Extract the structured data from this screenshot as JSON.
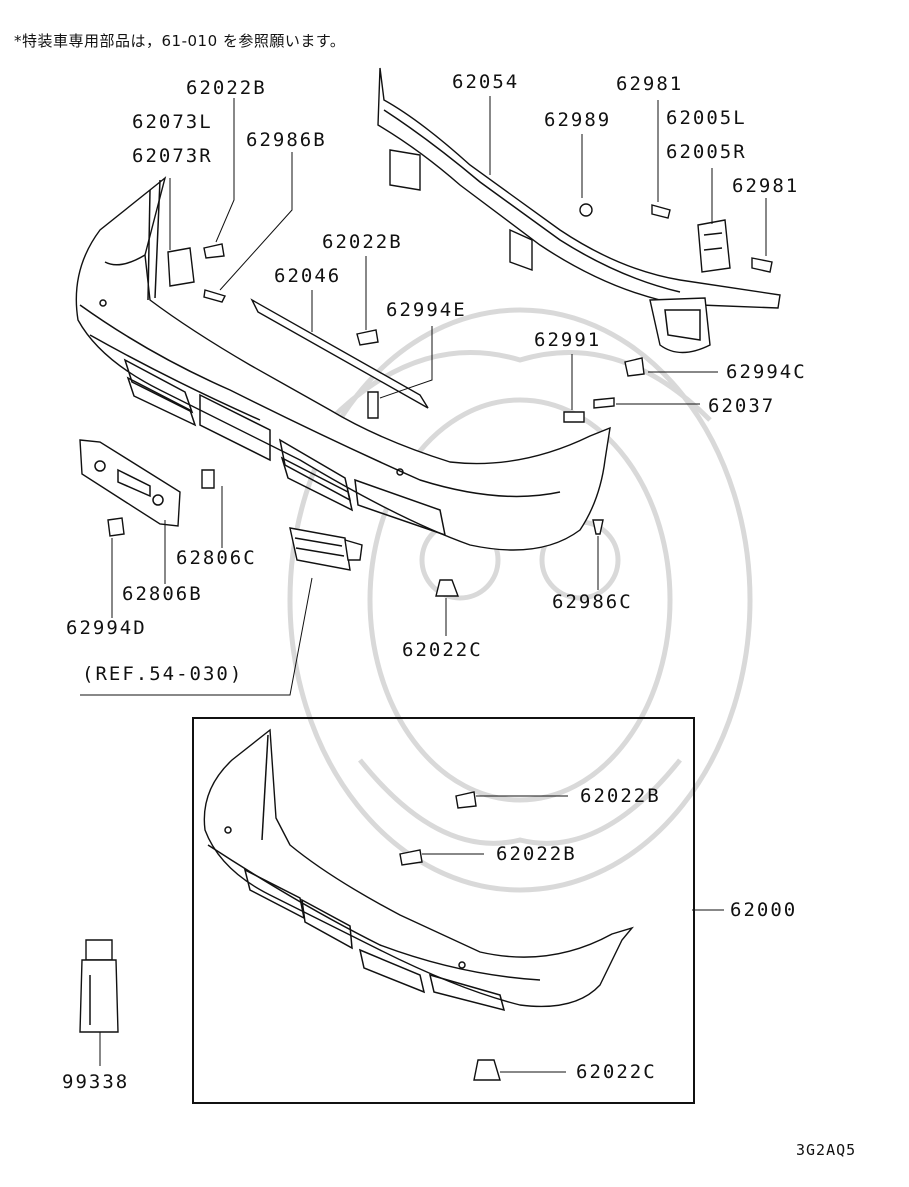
{
  "header_note": "*特装車専用部品は，61-010 を参照願います。",
  "diagram_code": "3G2AQ5",
  "reference": "(REF.54-030)",
  "labels": {
    "p62022B_top": "62022B",
    "p62073L": "62073L",
    "p62073R": "62073R",
    "p62986B": "62986B",
    "p62054": "62054",
    "p62989": "62989",
    "p62981_top": "62981",
    "p62005L": "62005L",
    "p62005R": "62005R",
    "p62981_right": "62981",
    "p62022B_mid": "62022B",
    "p62046": "62046",
    "p62994E": "62994E",
    "p62991": "62991",
    "p62994C": "62994C",
    "p62037": "62037",
    "p62806C": "62806C",
    "p62806B": "62806B",
    "p62994D": "62994D",
    "p62022C_main": "62022C",
    "p62986C": "62986C",
    "p62022B_inset1": "62022B",
    "p62022B_inset2": "62022B",
    "p62000": "62000",
    "p62022C_inset": "62022C",
    "p99338": "99338"
  }
}
